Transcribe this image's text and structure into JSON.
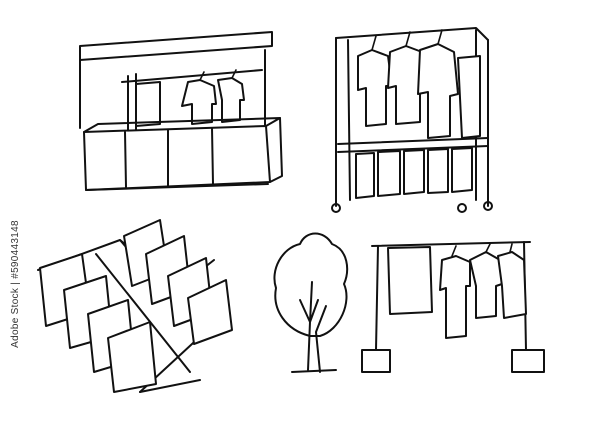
{
  "illustration": {
    "items": [
      {
        "id": "balcony",
        "icon": "balcony-with-hanging-laundry"
      },
      {
        "id": "garment-rack",
        "icon": "wheeled-clothing-rack"
      },
      {
        "id": "folding-dryer",
        "icon": "folding-drying-rack"
      },
      {
        "id": "tree",
        "icon": "tree"
      },
      {
        "id": "outdoor-line",
        "icon": "drying-pole-with-weighted-bases"
      }
    ],
    "colors": {
      "ink": "#111111",
      "background": "#ffffff"
    }
  },
  "stock_id": "Adobe Stock | #590443148"
}
